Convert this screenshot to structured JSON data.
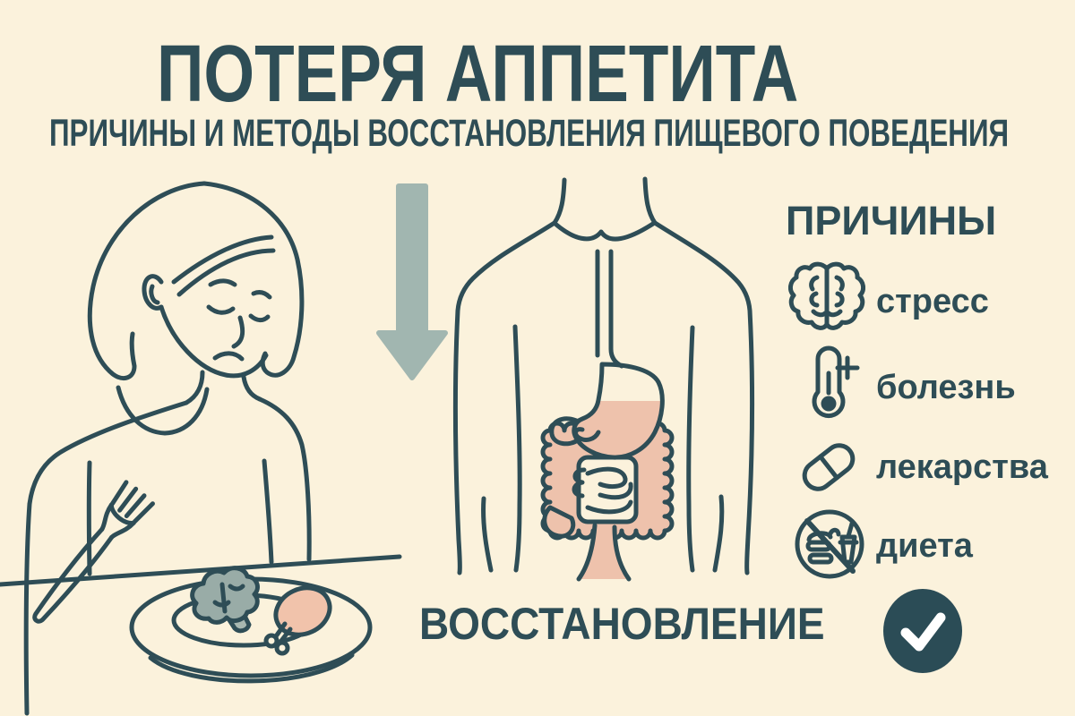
{
  "colors": {
    "background": "#FBF2DC",
    "ink": "#2E4D56",
    "arrow": "#A1B6B0",
    "organ_peach": "#EEC2AC",
    "meat_peach": "#F1C3AB",
    "broccoli_green": "#99ACA7",
    "broccoli_stem": "#A7B7B0",
    "check_bg": "#2B4C56",
    "check_mark": "#FFFFFF"
  },
  "header": {
    "title": "ПОТЕРЯ АППЕТИТА",
    "subtitle": "ПРИЧИНЫ И МЕТОДЫ ВОССТАНОВЛЕНИЯ ПИЩЕВОГО ПОВЕДЕНИЯ"
  },
  "causes": {
    "heading": "ПРИЧИНЫ",
    "items": [
      {
        "icon": "brain-icon",
        "label": "стресс"
      },
      {
        "icon": "thermometer-plus-icon",
        "label": "болезнь"
      },
      {
        "icon": "pill-capsule-icon",
        "label": "лекарства"
      },
      {
        "icon": "no-junk-food-icon",
        "label": "диета"
      }
    ]
  },
  "recovery": {
    "label": "ВОССТАНОВЛЕНИЕ",
    "icon": "checkmark-circle-icon"
  },
  "illustrations": {
    "left": "sad-woman-with-plate",
    "center": "digestive-system-torso",
    "middle": "down-arrow-icon"
  }
}
